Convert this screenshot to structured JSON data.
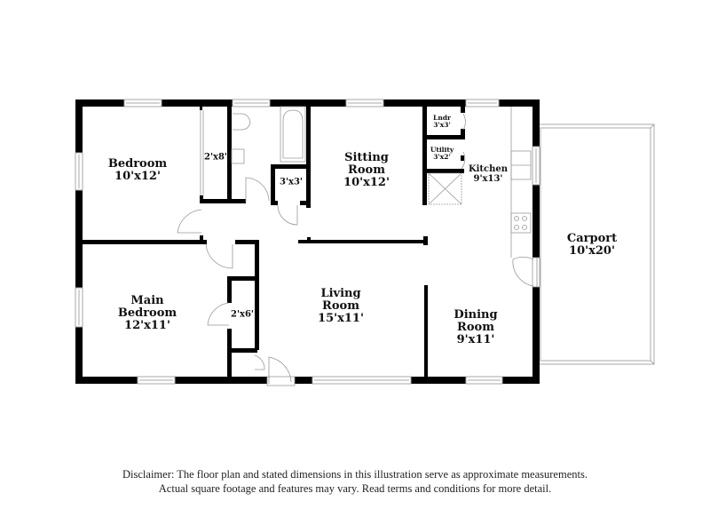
{
  "floor_plan": {
    "rooms": [
      {
        "id": "bedroom",
        "name": "Bedroom",
        "dims": "10'x12'"
      },
      {
        "id": "closet-1",
        "name": "",
        "dims": "2'x8'"
      },
      {
        "id": "closet-2",
        "name": "",
        "dims": "3'x3'"
      },
      {
        "id": "sitting-room",
        "name": "Sitting Room",
        "name_line1": "Sitting",
        "name_line2": "Room",
        "dims": "10'x12'"
      },
      {
        "id": "laundry",
        "name": "Lndr",
        "dims": "3'x3'"
      },
      {
        "id": "utility",
        "name": "Utility",
        "dims": "3'x2'"
      },
      {
        "id": "kitchen",
        "name": "Kitchen",
        "dims": "9'x13'"
      },
      {
        "id": "carport",
        "name": "Carport",
        "dims": "10'x20'"
      },
      {
        "id": "main-bedroom",
        "name": "Main Bedroom",
        "name_line1": "Main",
        "name_line2": "Bedroom",
        "dims": "12'x11'"
      },
      {
        "id": "closet-3",
        "name": "",
        "dims": "2'x6'"
      },
      {
        "id": "living-room",
        "name": "Living Room",
        "name_line1": "Living",
        "name_line2": "Room",
        "dims": "15'x11'"
      },
      {
        "id": "dining-room",
        "name": "Dining Room",
        "name_line1": "Dining",
        "name_line2": "Room",
        "dims": "9'x11'"
      }
    ]
  },
  "disclaimer": {
    "line1": "Disclaimer: The floor plan and stated dimensions in this illustration serve as approximate measurements.",
    "line2": "Actual square footage and features may vary. Read terms and conditions for more detail."
  },
  "colors": {
    "wall": "#000000",
    "fixture": "#9a9a9a",
    "background": "#ffffff"
  }
}
